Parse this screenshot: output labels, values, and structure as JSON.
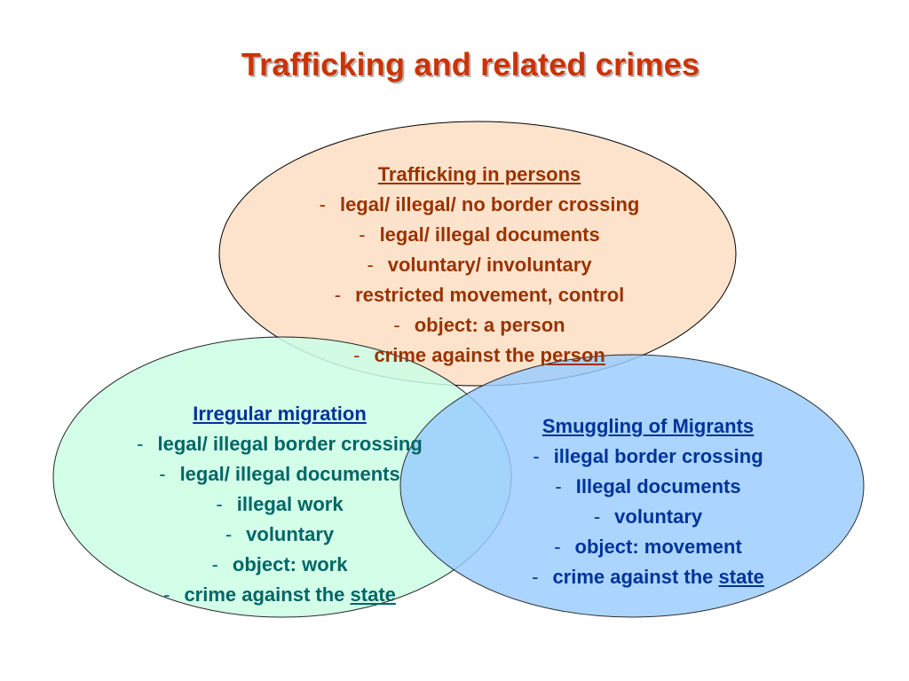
{
  "title": "Trafficking and related crimes",
  "colors": {
    "title": "#cc3300",
    "trafficking_fill": "#fde3cc",
    "irregular_fill": "#ccffe6",
    "smuggling_fill": "#99ccff",
    "trafficking_text": "#993300",
    "irregular_text": "#006666",
    "smuggling_text": "#003399"
  },
  "trafficking": {
    "heading": "Trafficking in persons",
    "items": [
      "legal/ illegal/ no border crossing",
      "legal/ illegal documents",
      "voluntary/ involuntary",
      "restricted movement, control",
      "object: a person"
    ],
    "last_prefix": "crime against the ",
    "last_emph": "person"
  },
  "irregular": {
    "heading": "Irregular migration",
    "items": [
      "legal/ illegal border crossing",
      "legal/ illegal documents",
      "illegal work",
      "voluntary",
      "object: work"
    ],
    "last_prefix": "crime against the ",
    "last_emph": "state"
  },
  "smuggling": {
    "heading": "Smuggling of Migrants",
    "items": [
      "illegal border crossing",
      "Illegal documents",
      "voluntary",
      "object: movement"
    ],
    "last_prefix": "crime against the ",
    "last_emph": "state"
  }
}
